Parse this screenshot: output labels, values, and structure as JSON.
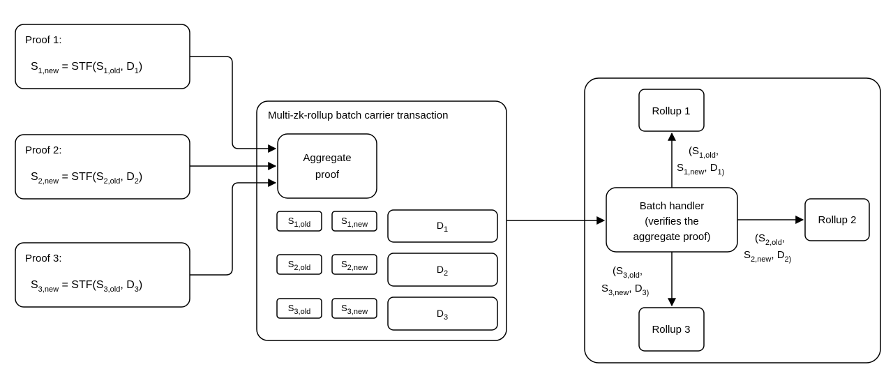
{
  "proofs": [
    {
      "title": "Proof 1:",
      "S": "S",
      "sub_new": "1,new",
      "eq": " = STF(S",
      "sub_old": "1,old",
      "sep": ", D",
      "sub_d": "1",
      "close": ")"
    },
    {
      "title": "Proof 2:",
      "S": "S",
      "sub_new": "2,new",
      "eq": " = STF(S",
      "sub_old": "2,old",
      "sep": ", D",
      "sub_d": "2",
      "close": ")"
    },
    {
      "title": "Proof 3:",
      "S": "S",
      "sub_new": "3,new",
      "eq": " = STF(S",
      "sub_old": "3,old",
      "sep": ", D",
      "sub_d": "3",
      "close": ")"
    }
  ],
  "carrier": {
    "title": "Multi-zk-rollup batch carrier transaction",
    "aggregate_line1": "Aggregate",
    "aggregate_line2": "proof",
    "rows": [
      {
        "old_sub": "1,old",
        "new_sub": "1,new",
        "d_sub": "1"
      },
      {
        "old_sub": "2,old",
        "new_sub": "2,new",
        "d_sub": "2"
      },
      {
        "old_sub": "3,old",
        "new_sub": "3,new",
        "d_sub": "3"
      }
    ],
    "S": "S",
    "D": "D"
  },
  "handler": {
    "line1": "Batch handler",
    "line2": "(verifies the",
    "line3": "aggregate proof)"
  },
  "rollups": {
    "r1": "Rollup 1",
    "r2": "Rollup 2",
    "r3": "Rollup 3"
  },
  "edge_labels": {
    "e1": {
      "open": "(S",
      "old": "1,old",
      "comma1": ",",
      "S": "S",
      "new": "1,new",
      "sep": ", D",
      "d": "1)"
    },
    "e2": {
      "open": "(S",
      "old": "2,old",
      "comma1": ",",
      "S": "S",
      "new": "2,new",
      "sep": ", D",
      "d": "2)"
    },
    "e3": {
      "open": "(S",
      "old": "3,old",
      "comma1": ",",
      "S": "S",
      "new": "3,new",
      "sep": ", D",
      "d": "3)"
    }
  }
}
